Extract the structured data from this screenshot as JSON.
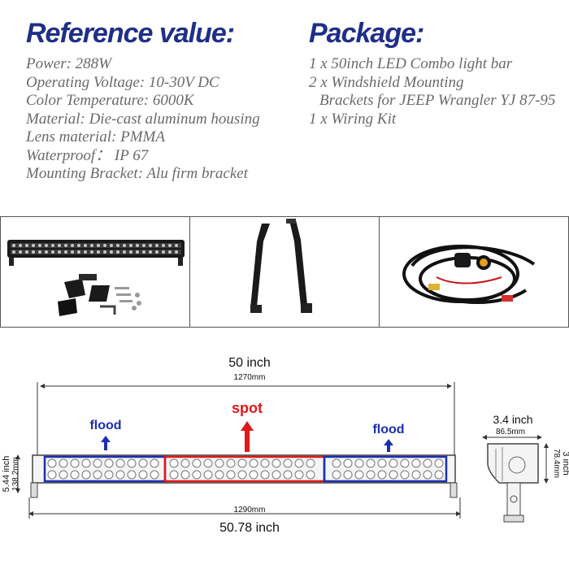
{
  "reference": {
    "heading": "Reference value:",
    "specs": [
      "Power: 288W",
      "Operating Voltage: 10-30V DC",
      "Color Temperature: 6000K",
      "Material: Die-cast aluminum housing",
      "Lens material: PMMA",
      "Waterproof： IP 67",
      "Mounting Bracket: Alu firm bracket"
    ]
  },
  "package": {
    "heading": "Package:",
    "items": [
      "1 x 50inch LED Combo light bar",
      "2 x Windshield Mounting",
      "Brackets for JEEP Wrangler YJ 87-95",
      "1 x Wiring Kit"
    ]
  },
  "diagram": {
    "top_length_in": "50 inch",
    "top_length_mm": "1270mm",
    "bottom_length_mm": "1290mm",
    "bottom_length_in": "50.78 inch",
    "height_in": "5.44 inch",
    "height_mm": "138.2mm",
    "depth_in": "3.4 inch",
    "depth_mm": "86.5mm",
    "side_height_mm": "78.4mm",
    "side_height_in": "3 inch",
    "left_zone_label": "flood",
    "center_zone_label": "spot",
    "right_zone_label": "flood"
  },
  "colors": {
    "heading": "#1f2f87",
    "spec_text": "#6a6a6a",
    "flood": "#1b2fb0",
    "spot": "#e01818"
  }
}
